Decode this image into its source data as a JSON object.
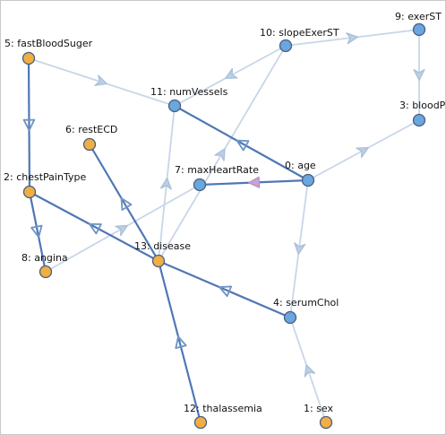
{
  "colors": {
    "edge_strong": "#4f77b5",
    "edge_faint": "#c8d6e8",
    "edge_arrow_strong": "#6f95c4",
    "edge_arrow_faint": "#a9c0da",
    "edge_highlight": "#b394c2",
    "node_orange": "#f0ae45",
    "node_blue": "#6aa6df",
    "node_stroke": "#4a5f7a"
  },
  "nodes": [
    {
      "id": "fastBloodSuger",
      "label": "5: fastBloodSuger",
      "type": "orange"
    },
    {
      "id": "slopeExerST",
      "label": "10: slopeExerST",
      "type": "blue"
    },
    {
      "id": "exerST",
      "label": "9: exerST",
      "type": "blue"
    },
    {
      "id": "numVessels",
      "label": "11: numVessels",
      "type": "blue"
    },
    {
      "id": "bloodP",
      "label": "3: bloodP",
      "type": "blue"
    },
    {
      "id": "restECD",
      "label": "6: restECD",
      "type": "orange"
    },
    {
      "id": "maxHeartRate",
      "label": "7: maxHeartRate",
      "type": "blue"
    },
    {
      "id": "age",
      "label": "0: age",
      "type": "blue"
    },
    {
      "id": "chestPainType",
      "label": "2: chestPainType",
      "type": "orange"
    },
    {
      "id": "disease",
      "label": "13: disease",
      "type": "orange"
    },
    {
      "id": "angina",
      "label": "8: angina",
      "type": "orange"
    },
    {
      "id": "serumChol",
      "label": "4: serumChol",
      "type": "blue"
    },
    {
      "id": "thalassemia",
      "label": "12: thalassemia",
      "type": "orange"
    },
    {
      "id": "sex",
      "label": "1: sex",
      "type": "orange"
    }
  ],
  "edges": [
    {
      "from": "fastBloodSuger",
      "to": "chestPainType",
      "style": "strong"
    },
    {
      "from": "chestPainType",
      "to": "angina",
      "style": "strong"
    },
    {
      "from": "disease",
      "to": "chestPainType",
      "style": "strong"
    },
    {
      "from": "disease",
      "to": "restECD",
      "style": "strong"
    },
    {
      "from": "thalassemia",
      "to": "disease",
      "style": "strong"
    },
    {
      "from": "serumChol",
      "to": "disease",
      "style": "strong"
    },
    {
      "from": "age",
      "to": "numVessels",
      "style": "strong"
    },
    {
      "from": "age",
      "to": "maxHeartRate",
      "style": "highlight"
    },
    {
      "from": "fastBloodSuger",
      "to": "numVessels",
      "style": "faint"
    },
    {
      "from": "slopeExerST",
      "to": "exerST",
      "style": "faint"
    },
    {
      "from": "exerST",
      "to": "bloodP",
      "style": "faint"
    },
    {
      "from": "age",
      "to": "bloodP",
      "style": "faint"
    },
    {
      "from": "slopeExerST",
      "to": "numVessels",
      "style": "faint"
    },
    {
      "from": "age",
      "to": "serumChol",
      "style": "faint"
    },
    {
      "from": "sex",
      "to": "serumChol",
      "style": "faint"
    },
    {
      "from": "disease",
      "to": "numVessels",
      "style": "faint"
    },
    {
      "from": "disease",
      "to": "slopeExerST",
      "style": "faint"
    },
    {
      "from": "angina",
      "to": "maxHeartRate",
      "style": "faint"
    }
  ]
}
